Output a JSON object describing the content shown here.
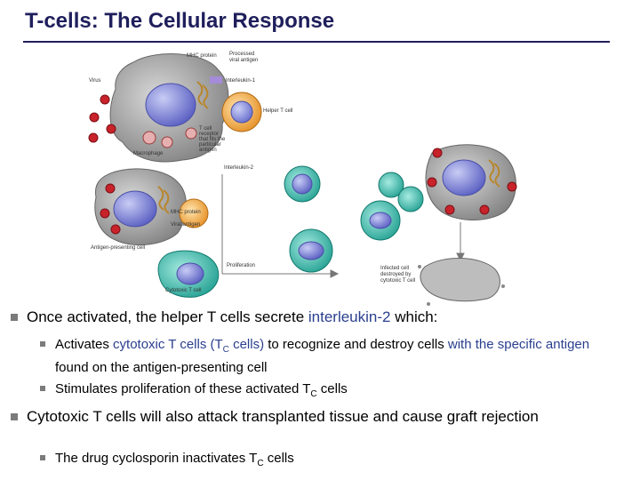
{
  "slide": {
    "title": "T-cells: The Cellular Response"
  },
  "diagram": {
    "labels": {
      "virus": "Virus",
      "mhc_protein_top": "MHC protein",
      "processed_viral_antigen_1": "Processed",
      "processed_viral_antigen_2": "viral antigen",
      "interleukin_1": "Interleukin-1",
      "helper_t_cell": "Helper T cell",
      "macrophage": "Macrophage",
      "t_cell_receptor_1": "T cell",
      "t_cell_receptor_2": "receptor",
      "t_cell_receptor_3": "that fits the",
      "t_cell_receptor_4": "particular",
      "t_cell_receptor_5": "antigen",
      "interleukin_2": "Interleukin-2",
      "mhc_protein_bottom": "MHC protein",
      "viral_antigen": "Viral antigen",
      "antigen_presenting_cell": "Antigen-presenting cell",
      "proliferation": "Proliferation",
      "cytotoxic_t_cell": "Cytotoxic T cell",
      "infected_destroyed_1": "Infected cell",
      "infected_destroyed_2": "destroyed by",
      "infected_destroyed_3": "cytotoxic T cell"
    }
  },
  "bullets": {
    "b1": {
      "text1": "Once activated, the helper T cells secrete ",
      "hl1": "interleukin-2",
      "text2": " which:"
    },
    "b1_1": {
      "text1": "Activates ",
      "hl1": "cytotoxic T cells (T",
      "sub1": "C",
      "hl2": " cells)",
      "text2": " to recognize and destroy cells ",
      "hl3": "with the specific antigen",
      "text3": " found on the antigen-presenting cell"
    },
    "b1_2": {
      "text1": "Stimulates proliferation of these activated T",
      "sub1": "C",
      "text2": " cells"
    },
    "b2": {
      "text1": "Cytotoxic T cells will also attack transplanted tissue and cause graft rejection"
    },
    "b2_1": {
      "text1": "The drug cyclosporin inactivates T",
      "sub1": "C",
      "text2": " cells"
    }
  },
  "colors": {
    "title": "#1f1f5c",
    "highlight": "#2a3f8f",
    "macrophage": "#8f8f8f",
    "nucleus": "#7b7fd6",
    "helper_t": "#f2a038",
    "cytotoxic": "#3fbcae",
    "virus": "#c8222b"
  }
}
